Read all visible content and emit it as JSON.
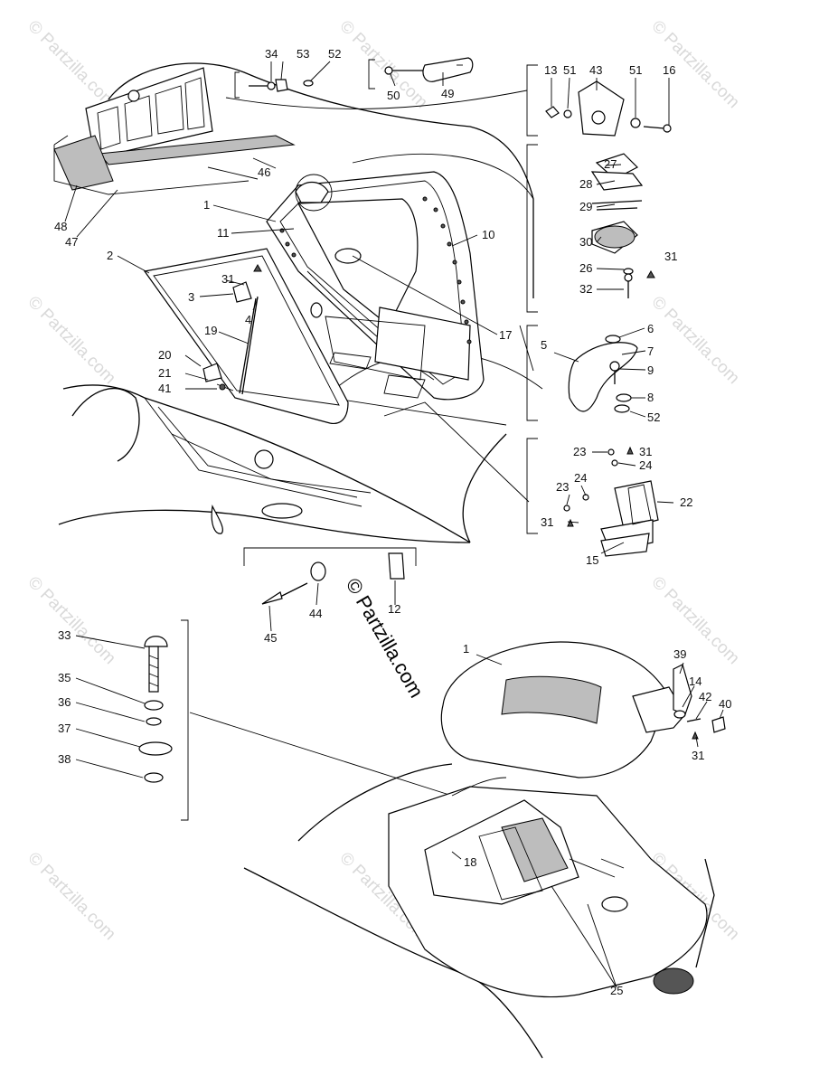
{
  "watermark": {
    "text": "© Partzilla.com"
  },
  "center_watermark": {
    "text": "© Partzilla.com"
  },
  "callouts": [
    {
      "id": "c34a",
      "text": "34"
    },
    {
      "id": "c53a",
      "text": "53"
    },
    {
      "id": "c52a",
      "text": "52"
    },
    {
      "id": "c50",
      "text": "50"
    },
    {
      "id": "c49",
      "text": "49"
    },
    {
      "id": "c13",
      "text": "13"
    },
    {
      "id": "c51a",
      "text": "51"
    },
    {
      "id": "c43",
      "text": "43"
    },
    {
      "id": "c51b",
      "text": "51"
    },
    {
      "id": "c16",
      "text": "16"
    },
    {
      "id": "c46",
      "text": "46"
    },
    {
      "id": "c48",
      "text": "48"
    },
    {
      "id": "c47",
      "text": "47"
    },
    {
      "id": "c27",
      "text": "27"
    },
    {
      "id": "c28",
      "text": "28"
    },
    {
      "id": "c29",
      "text": "29"
    },
    {
      "id": "c30",
      "text": "30"
    },
    {
      "id": "c26",
      "text": "26"
    },
    {
      "id": "c31a",
      "text": "31"
    },
    {
      "id": "c32",
      "text": "32"
    },
    {
      "id": "c1a",
      "text": "1"
    },
    {
      "id": "c11",
      "text": "11"
    },
    {
      "id": "c10",
      "text": "10"
    },
    {
      "id": "c2",
      "text": "2"
    },
    {
      "id": "c31b",
      "text": "31"
    },
    {
      "id": "c3",
      "text": "3"
    },
    {
      "id": "c4",
      "text": "4"
    },
    {
      "id": "c19",
      "text": "19"
    },
    {
      "id": "c17",
      "text": "17"
    },
    {
      "id": "c6",
      "text": "6"
    },
    {
      "id": "c5",
      "text": "5"
    },
    {
      "id": "c7",
      "text": "7"
    },
    {
      "id": "c9",
      "text": "9"
    },
    {
      "id": "c8",
      "text": "8"
    },
    {
      "id": "c52b",
      "text": "52"
    },
    {
      "id": "c20",
      "text": "20"
    },
    {
      "id": "c21",
      "text": "21"
    },
    {
      "id": "c41",
      "text": "41"
    },
    {
      "id": "c23a",
      "text": "23"
    },
    {
      "id": "c31c",
      "text": "31"
    },
    {
      "id": "c24a",
      "text": "24"
    },
    {
      "id": "c24b",
      "text": "24"
    },
    {
      "id": "c23b",
      "text": "23"
    },
    {
      "id": "c22",
      "text": "22"
    },
    {
      "id": "c31d",
      "text": "31"
    },
    {
      "id": "c15",
      "text": "15"
    },
    {
      "id": "c44",
      "text": "44"
    },
    {
      "id": "c12",
      "text": "12"
    },
    {
      "id": "c45",
      "text": "45"
    },
    {
      "id": "c33",
      "text": "33"
    },
    {
      "id": "c35",
      "text": "35"
    },
    {
      "id": "c36",
      "text": "36"
    },
    {
      "id": "c37",
      "text": "37"
    },
    {
      "id": "c38",
      "text": "38"
    },
    {
      "id": "c1b",
      "text": "1"
    },
    {
      "id": "c39",
      "text": "39"
    },
    {
      "id": "c14",
      "text": "14"
    },
    {
      "id": "c42",
      "text": "42"
    },
    {
      "id": "c40",
      "text": "40"
    },
    {
      "id": "c31e",
      "text": "31"
    },
    {
      "id": "c18",
      "text": "18"
    },
    {
      "id": "c25",
      "text": "25"
    }
  ]
}
